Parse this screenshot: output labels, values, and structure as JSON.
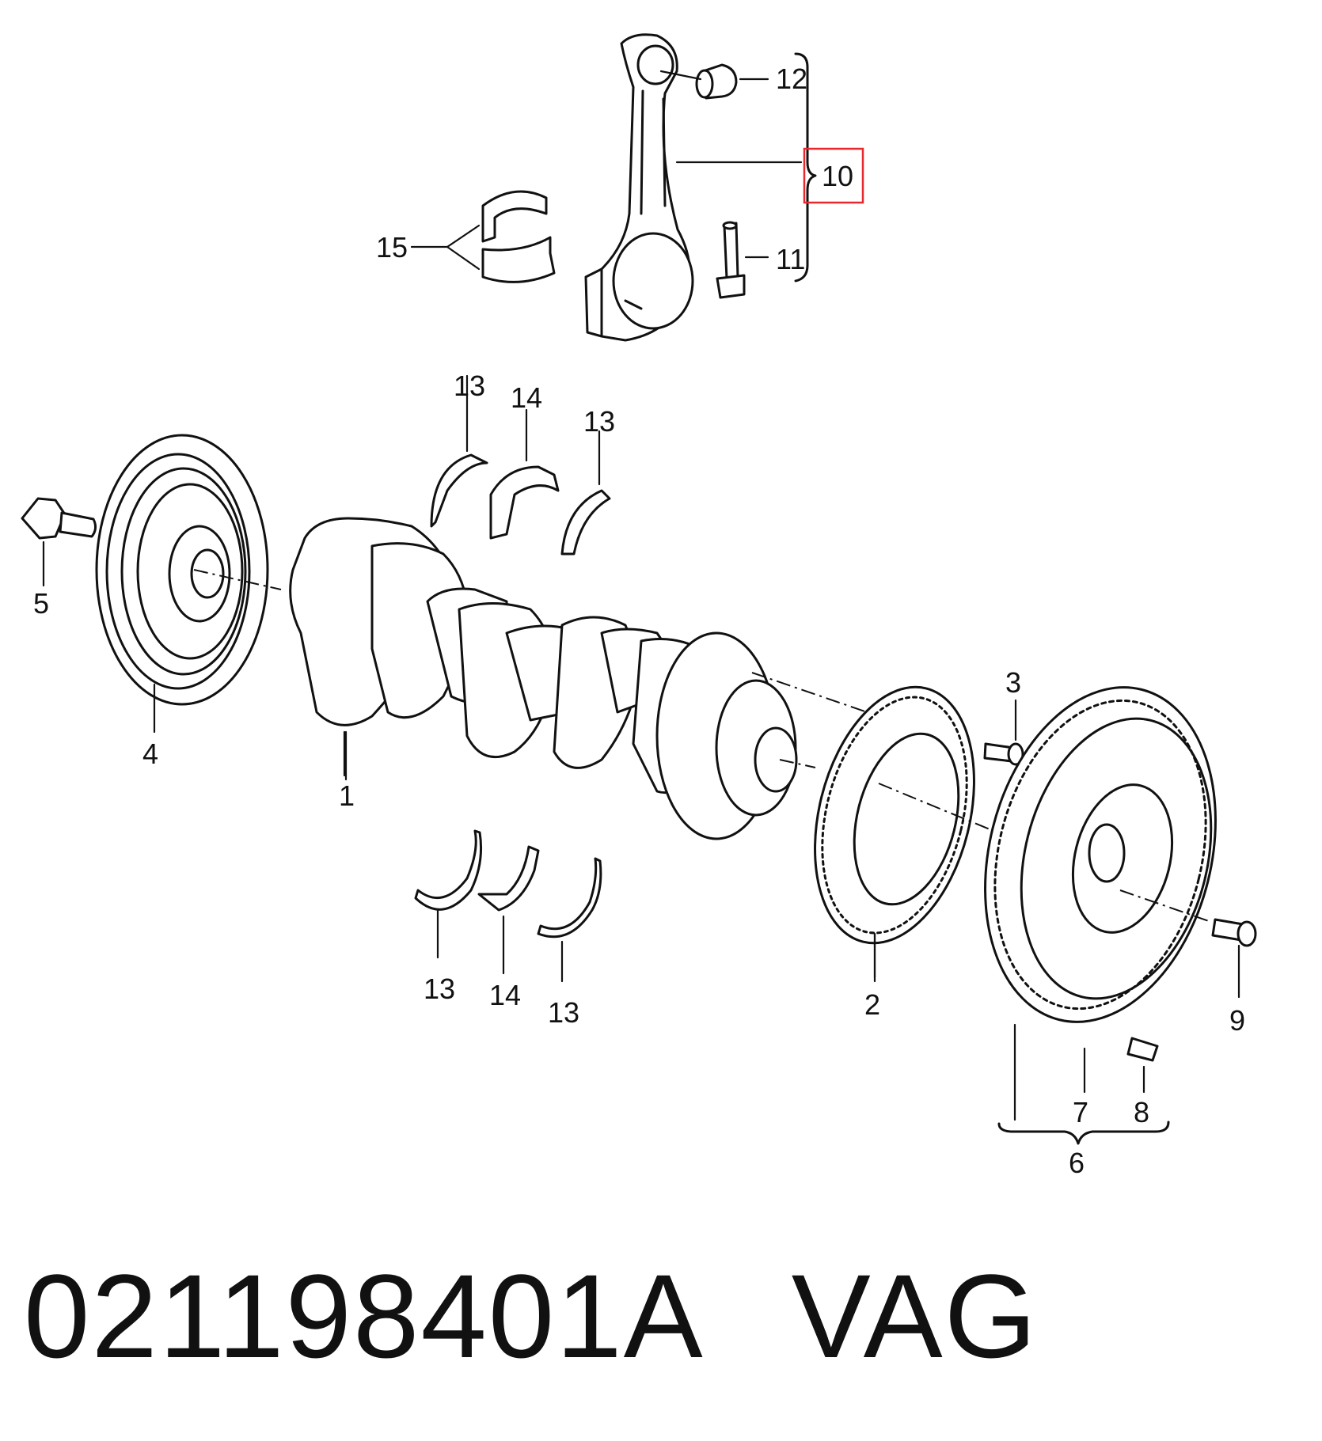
{
  "diagram": {
    "callouts": {
      "c1": "1",
      "c2": "2",
      "c3": "3",
      "c4": "4",
      "c5": "5",
      "c6": "6",
      "c7": "7",
      "c8": "8",
      "c9": "9",
      "c10": "10",
      "c11": "11",
      "c12": "12",
      "c13a": "13",
      "c13b": "13",
      "c13c": "13",
      "c13d": "13",
      "c14a": "14",
      "c14b": "14",
      "c15": "15"
    },
    "highlight_color": "#e8282f"
  },
  "caption": {
    "part_number": "021198401A",
    "brand": "VAG"
  }
}
